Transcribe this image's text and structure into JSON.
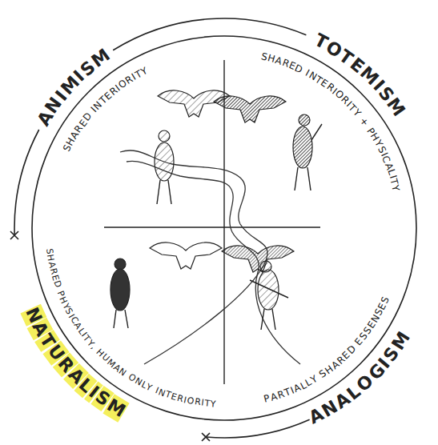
{
  "diagram": {
    "labels": [
      "ANIMISM",
      "TOTEMISM",
      "ANALOGISM",
      "NATURALISM",
      "SHARED INTERIORITY",
      "SHARED INTERIORITY + PHYSICALITY",
      "SHARED PHYSICALITY, HUMAN ONLY INTERIORITY",
      "PARTIALLY SHARED ESSENSES"
    ]
  }
}
